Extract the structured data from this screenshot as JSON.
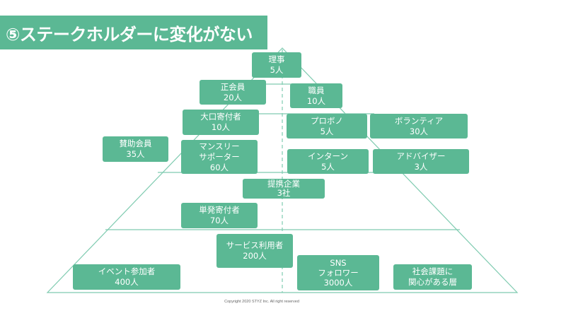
{
  "title": "⑤ステークホルダーに変化がない",
  "nodes": {
    "rijji": {
      "line1": "理事",
      "line2": "5人"
    },
    "seikaiin": {
      "line1": "正会員",
      "line2": "20人"
    },
    "shokuin": {
      "line1": "職員",
      "line2": "10人"
    },
    "ooguchi": {
      "line1": "大口寄付者",
      "line2": "10人"
    },
    "probono": {
      "line1": "プロボノ",
      "line2": "5人"
    },
    "volunteer": {
      "line1": "ボランティア",
      "line2": "30人"
    },
    "sanjo": {
      "line1": "賛助会員",
      "line2": "35人"
    },
    "monthly": {
      "line1": "マンスリー",
      "line2": "サポーター",
      "line3": "60人"
    },
    "intern": {
      "line1": "インターン",
      "line2": "5人"
    },
    "advisor": {
      "line1": "アドバイザー",
      "line2": "3人"
    },
    "teikei": {
      "line1": "提携企業",
      "line2": "3社"
    },
    "tanpatsu": {
      "line1": "単発寄付者",
      "line2": "70人"
    },
    "service": {
      "line1": "サービス利用者",
      "line2": "200人"
    },
    "event": {
      "line1": "イベント参加者",
      "line2": "400人"
    },
    "sns": {
      "line1": "SNS",
      "line2": "フォロワー",
      "line3": "3000人"
    },
    "shakai": {
      "line1": "社会課題に",
      "line2": "関心がある層"
    }
  },
  "copyright": "Copyright 2020 STYZ Inc. All right reserved",
  "colors": {
    "accent": "#5bb894",
    "line": "#7fcbb0"
  }
}
